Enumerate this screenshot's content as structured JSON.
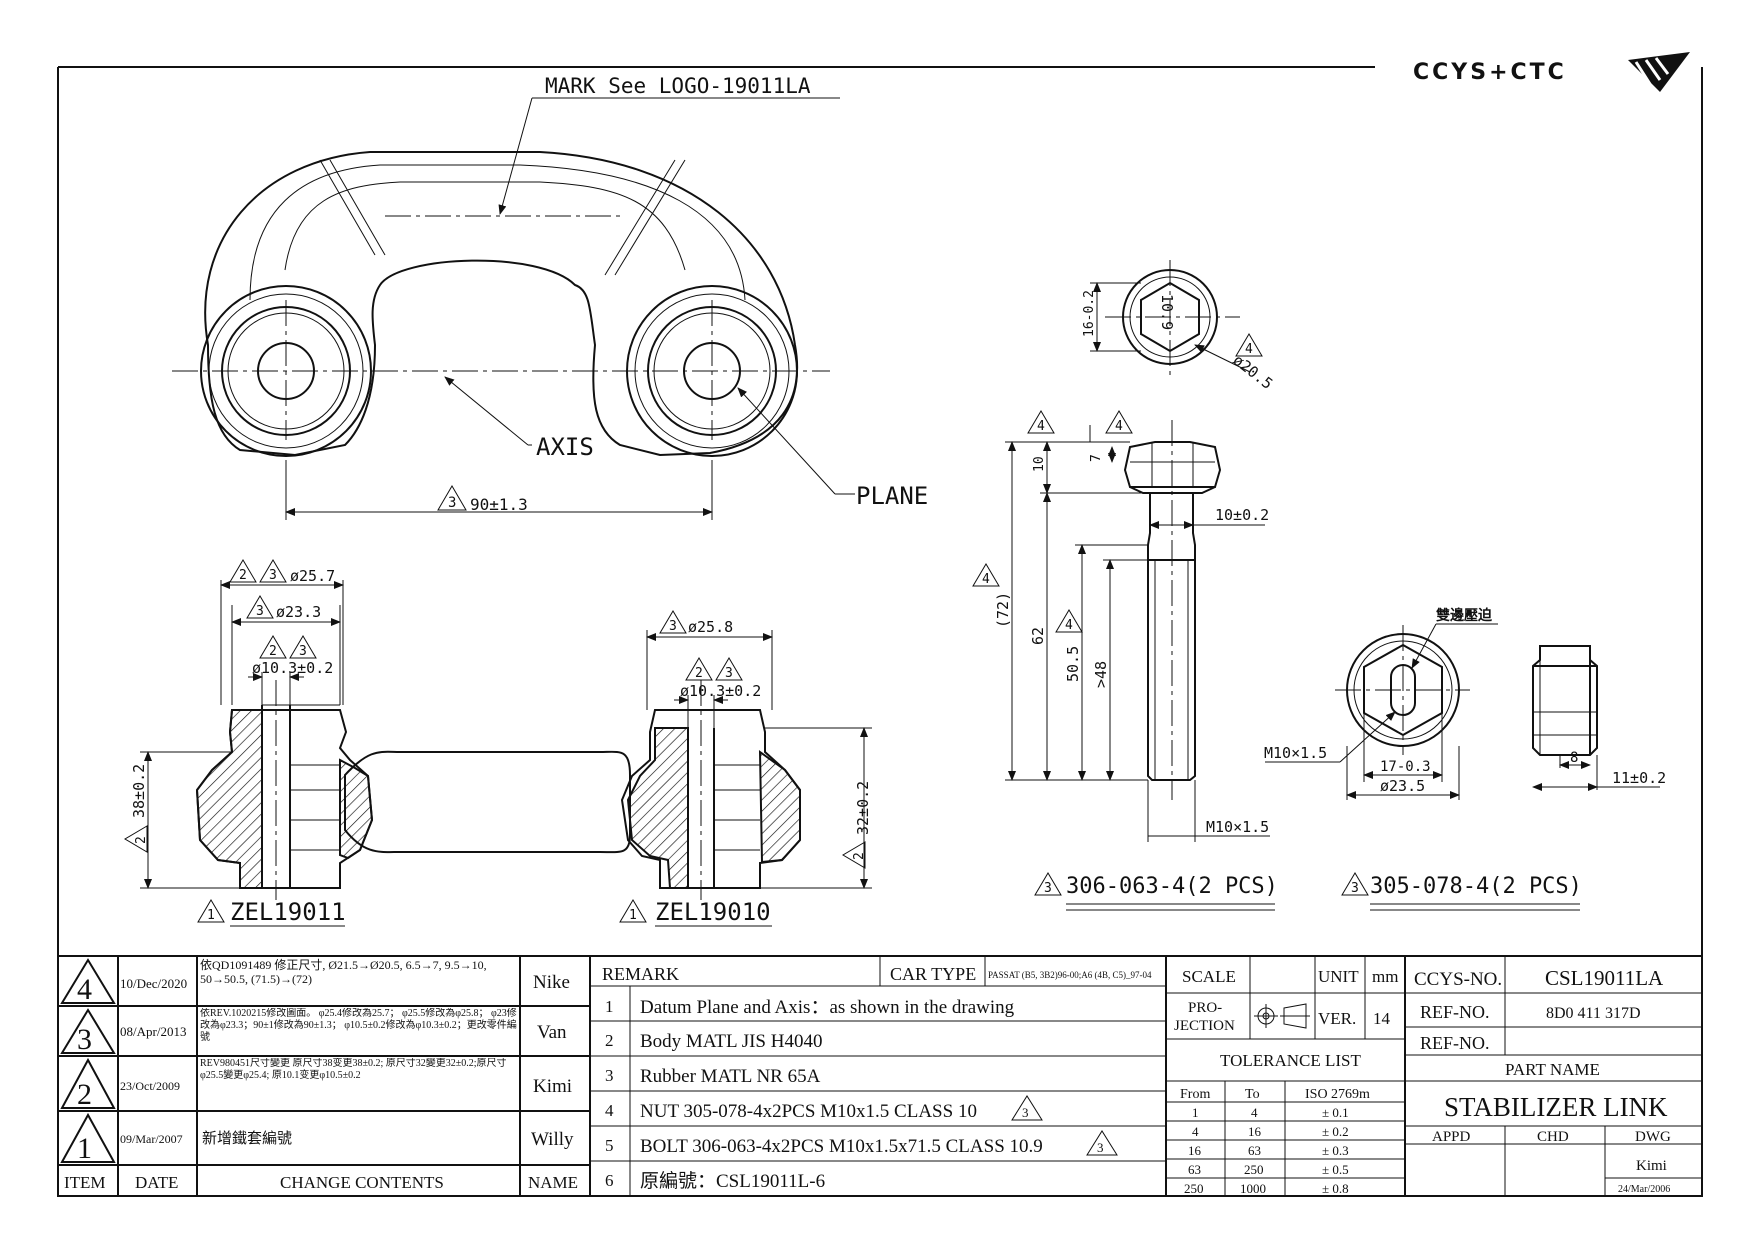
{
  "brand": {
    "logo_text": "CCYS+CTC",
    "logo_icon": "ccys-bird-logo-icon"
  },
  "drawing": {
    "mark_label": "MARK See LOGO-19011LA",
    "axis_label": "AXIS",
    "plane_label": "PLANE",
    "dim_center": "90±1.3",
    "dim_center_rev": "3",
    "left_view": {
      "dim_outer": "ø25.7",
      "dim_mid": "ø23.3",
      "dim_bore": "ø10.3±0.2",
      "dim_height": "38±0.2",
      "part_no": "ZEL19011",
      "rev_outer": [
        "2",
        "3"
      ],
      "rev_mid": "3",
      "rev_bore": [
        "2",
        "3"
      ],
      "rev_height": "2",
      "rev_part": "1"
    },
    "right_view": {
      "dim_outer": "ø25.8",
      "dim_bore": "ø10.3±0.2",
      "dim_height": "32±0.2",
      "part_no": "ZEL19010",
      "rev_outer": "3",
      "rev_bore": [
        "2",
        "3"
      ],
      "rev_height": "2",
      "rev_part": "1"
    },
    "bolt": {
      "top_dim_hex": "16-0.2",
      "top_dim_across": "10.9",
      "top_dim_flange": "ø20.5",
      "rev_top": "4",
      "dim_head": "10",
      "dim_head2": "7",
      "dim_shank": "10±0.2",
      "dim_total": "(72)",
      "dim_62": "62",
      "dim_505": "50.5",
      "dim_48": ">48",
      "dim_thread": "M10×1.5",
      "rev_marks": [
        "4",
        "4",
        "4",
        "4"
      ],
      "part_no": "306-063-4(2 PCS)",
      "rev_part": "3"
    },
    "nut": {
      "note_cn": "雙邊壓迫",
      "dim_thread": "M10×1.5",
      "dim_across": "17-0.3",
      "dim_flange": "ø23.5",
      "dim_side_8": "8",
      "dim_side_h": "11±0.2",
      "part_no": "305-078-4(2 PCS)",
      "rev_part": "3"
    }
  },
  "revisions": {
    "headers": [
      "ITEM",
      "DATE",
      "CHANGE CONTENTS",
      "NAME"
    ],
    "rows": [
      {
        "item": "4",
        "date": "10/Dec/2020",
        "content": "依QD1091489 修正尺寸, Ø21.5→Ø20.5, 6.5→7, 9.5→10, 50→50.5, (71.5)→(72)",
        "name": "Nike"
      },
      {
        "item": "3",
        "date": "08/Apr/2013",
        "content": "依REV.1020215修改圖面。 φ25.4修改為25.7； φ25.5修改為φ25.8； φ23修改為φ23.3；90±1修改為90±1.3； φ10.5±0.2修改為φ10.3±0.2；更改零件編號",
        "name": "Van"
      },
      {
        "item": "2",
        "date": "23/Oct/2009",
        "content": "REV980451尺寸變更 原尺寸38变更38±0.2; 原尺寸32變更32±0.2;原尺寸φ25.5變更φ25.4; 原10.1变更φ10.5±0.2",
        "name": "Kimi"
      },
      {
        "item": "1",
        "date": "09/Mar/2007",
        "content": "新增鐵套編號",
        "name": "Willy"
      }
    ]
  },
  "remarks": {
    "header": "REMARK",
    "car_type_label": "CAR TYPE",
    "car_type": "PASSAT (B5, 3B2)96-00;A6 (4B, C5)_97-04",
    "items": [
      {
        "no": "1",
        "text": "Datum Plane and Axis：as shown in the drawing"
      },
      {
        "no": "2",
        "text": "Body MATL JIS H4040"
      },
      {
        "no": "3",
        "text": "Rubber MATL NR 65A"
      },
      {
        "no": "4",
        "text": "NUT 305-078-4x2PCS M10x1.5 CLASS 10",
        "rev": "3"
      },
      {
        "no": "5",
        "text": "BOLT 306-063-4x2PCS M10x1.5x71.5 CLASS 10.9",
        "rev": "3"
      },
      {
        "no": "6",
        "text": "原編號：CSL19011L-6"
      }
    ]
  },
  "title_block": {
    "scale_label": "SCALE",
    "unit_label": "UNIT",
    "unit": "mm",
    "projection_label_1": "PRO-",
    "projection_label_2": "JECTION",
    "ver_label": "VER.",
    "ver": "14",
    "tolerance_title": "TOLERANCE LIST",
    "tolerance_headers": [
      "From",
      "To",
      "ISO 2769m"
    ],
    "tolerances": [
      [
        "1",
        "4",
        "± 0.1"
      ],
      [
        "4",
        "16",
        "± 0.2"
      ],
      [
        "16",
        "63",
        "± 0.3"
      ],
      [
        "63",
        "250",
        "± 0.5"
      ],
      [
        "250",
        "1000",
        "± 0.8"
      ]
    ],
    "ccys_no_label": "CCYS-NO.",
    "ccys_no": "CSL19011LA",
    "ref_no_label": "REF-NO.",
    "ref_no": "8D0 411 317D",
    "ref_no2_label": "REF-NO.",
    "part_name_label": "PART NAME",
    "part_name": "STABILIZER LINK",
    "appd_label": "APPD",
    "chd_label": "CHD",
    "dwg_label": "DWG",
    "dwg_name": "Kimi",
    "dwg_date": "24/Mar/2006"
  }
}
